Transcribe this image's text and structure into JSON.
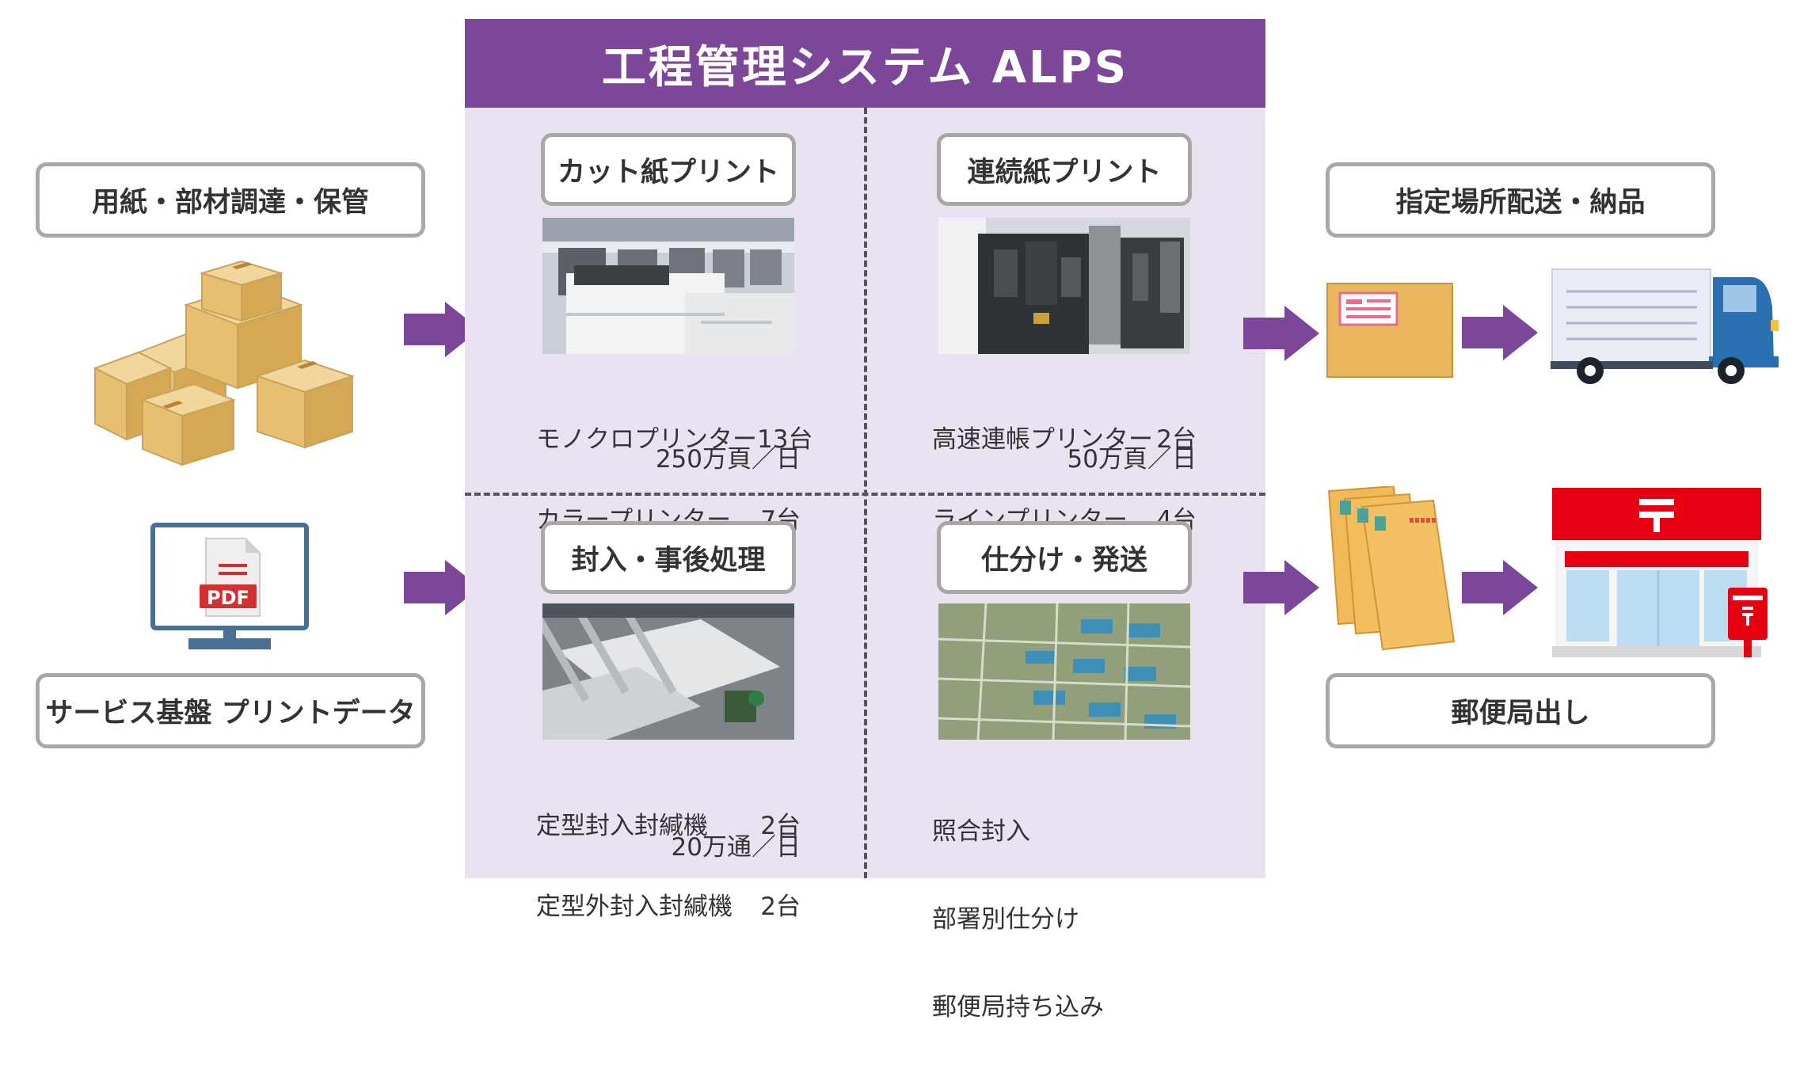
{
  "system": {
    "title": "工程管理システム ALPS"
  },
  "left": {
    "procurement_label": "用紙・部材調達・保管",
    "data_label": "サービス基盤 プリントデータ",
    "pdf_badge": "PDF"
  },
  "quadrants": {
    "cut_print": {
      "label": "カット紙プリント",
      "specs": [
        {
          "name": "モノクロプリンター",
          "count": "13台"
        },
        {
          "name": "カラープリンター",
          "count": "7台"
        }
      ],
      "throughput": "250万頁／日"
    },
    "continuous_print": {
      "label": "連続紙プリント",
      "specs": [
        {
          "name": "高速連帳プリンター",
          "count": "2台"
        },
        {
          "name": "ラインプリンター",
          "count": "4台"
        }
      ],
      "throughput": "50万頁／日"
    },
    "enclosing": {
      "label": "封入・事後処理",
      "specs": [
        {
          "name": "定型封入封緘機",
          "count": "2台"
        },
        {
          "name": "定型外封入封緘機",
          "count": "2台"
        }
      ],
      "throughput": "20万通／日"
    },
    "sorting": {
      "label": "仕分け・発送",
      "items": [
        "照合封入",
        "部署別仕分け",
        "郵便局持ち込み"
      ]
    }
  },
  "right": {
    "delivery_label": "指定場所配送・納品",
    "post_label": "郵便局出し"
  },
  "colors": {
    "accent_purple": "#7c4699",
    "panel_bg": "#e9e3f1",
    "border_gray": "#a8a8a8",
    "post_red": "#e60012"
  },
  "icons": [
    "boxes-icon",
    "monitor-icon",
    "pdf-file-icon",
    "parcel-icon",
    "truck-icon",
    "envelopes-icon",
    "post-office-icon",
    "arrow-icon"
  ]
}
